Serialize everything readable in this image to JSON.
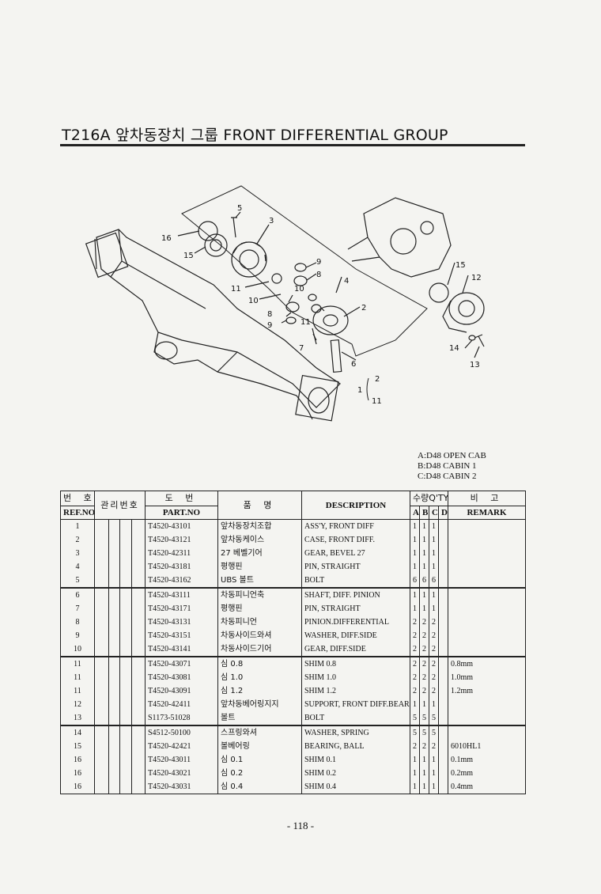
{
  "title": "T216A 앞차동장치 그룹 FRONT DIFFERENTIAL GROUP",
  "legend": [
    "A:D48 OPEN CAB",
    "B:D48 CABIN 1",
    "C:D48 CABIN 2"
  ],
  "diagram_labels": {
    "l5": "5",
    "l3": "3",
    "l16": "16",
    "l15a": "15",
    "l9a": "9",
    "l8a": "8",
    "l11a": "11",
    "l10a": "10",
    "l10b": "10",
    "l4": "4",
    "l8b": "8",
    "l9b": "9",
    "l11b": "11",
    "l2": "2",
    "l7": "7",
    "l6": "6",
    "l15b": "15",
    "l12": "12",
    "l14": "14",
    "l13": "13",
    "l1": "1",
    "lg2": "2",
    "lg11": "11"
  },
  "table": {
    "headers": {
      "ref_ko": "번 호",
      "ref_en": "REF.NO",
      "mgmt_ko": "관리번호",
      "part_ko": "도 번",
      "part_en": "PART.NO",
      "name_ko": "품 명",
      "desc_en": "DESCRIPTION",
      "qty_ko": "수량Q'TY",
      "qa": "A",
      "qb": "B",
      "qc": "C",
      "qd": "D",
      "remark_ko": "비 고",
      "remark_en": "REMARK"
    },
    "rows": [
      {
        "ref": "1",
        "part": "T4520-43101",
        "name": "앞차동장치조합",
        "desc": "ASS'Y, FRONT DIFF",
        "a": "1",
        "b": "1",
        "c": "1",
        "d": "",
        "remark": ""
      },
      {
        "ref": "2",
        "part": "T4520-43121",
        "name": "앞차동케이스",
        "desc": "CASE, FRONT DIFF.",
        "a": "1",
        "b": "1",
        "c": "1",
        "d": "",
        "remark": ""
      },
      {
        "ref": "3",
        "part": "T4520-42311",
        "name": "27 베벨기어",
        "desc": "GEAR, BEVEL 27",
        "a": "1",
        "b": "1",
        "c": "1",
        "d": "",
        "remark": ""
      },
      {
        "ref": "4",
        "part": "T4520-43181",
        "name": "평행핀",
        "desc": "PIN, STRAIGHT",
        "a": "1",
        "b": "1",
        "c": "1",
        "d": "",
        "remark": ""
      },
      {
        "ref": "5",
        "part": "T4520-43162",
        "name": "UBS 볼트",
        "desc": "BOLT",
        "a": "6",
        "b": "6",
        "c": "6",
        "d": "",
        "remark": ""
      },
      {
        "ref": "6",
        "part": "T4520-43111",
        "name": "차동피니언축",
        "desc": "SHAFT, DIFF. PINION",
        "a": "1",
        "b": "1",
        "c": "1",
        "d": "",
        "remark": ""
      },
      {
        "ref": "7",
        "part": "T4520-43171",
        "name": "평행핀",
        "desc": "PIN, STRAIGHT",
        "a": "1",
        "b": "1",
        "c": "1",
        "d": "",
        "remark": ""
      },
      {
        "ref": "8",
        "part": "T4520-43131",
        "name": "차동피니언",
        "desc": "PINION.DIFFERENTIAL",
        "a": "2",
        "b": "2",
        "c": "2",
        "d": "",
        "remark": ""
      },
      {
        "ref": "9",
        "part": "T4520-43151",
        "name": "차동사이드와셔",
        "desc": "WASHER, DIFF.SIDE",
        "a": "2",
        "b": "2",
        "c": "2",
        "d": "",
        "remark": ""
      },
      {
        "ref": "10",
        "part": "T4520-43141",
        "name": "차동사이드기어",
        "desc": "GEAR, DIFF.SIDE",
        "a": "2",
        "b": "2",
        "c": "2",
        "d": "",
        "remark": ""
      },
      {
        "ref": "11",
        "part": "T4520-43071",
        "name": "심 0.8",
        "desc": "SHIM 0.8",
        "a": "2",
        "b": "2",
        "c": "2",
        "d": "",
        "remark": "0.8mm"
      },
      {
        "ref": "11",
        "part": "T4520-43081",
        "name": "심 1.0",
        "desc": "SHIM 1.0",
        "a": "2",
        "b": "2",
        "c": "2",
        "d": "",
        "remark": "1.0mm"
      },
      {
        "ref": "11",
        "part": "T4520-43091",
        "name": "심 1.2",
        "desc": "SHIM 1.2",
        "a": "2",
        "b": "2",
        "c": "2",
        "d": "",
        "remark": "1.2mm"
      },
      {
        "ref": "12",
        "part": "T4520-42411",
        "name": "앞차동베어링지지",
        "desc": "SUPPORT, FRONT DIFF.BEARING",
        "a": "1",
        "b": "1",
        "c": "1",
        "d": "",
        "remark": ""
      },
      {
        "ref": "13",
        "part": "S1173-51028",
        "name": "볼트",
        "desc": "BOLT",
        "a": "5",
        "b": "5",
        "c": "5",
        "d": "",
        "remark": ""
      },
      {
        "ref": "14",
        "part": "S4512-50100",
        "name": "스프링와셔",
        "desc": "WASHER, SPRING",
        "a": "5",
        "b": "5",
        "c": "5",
        "d": "",
        "remark": ""
      },
      {
        "ref": "15",
        "part": "T4520-42421",
        "name": "볼베어링",
        "desc": "BEARING, BALL",
        "a": "2",
        "b": "2",
        "c": "2",
        "d": "",
        "remark": "6010HL1"
      },
      {
        "ref": "16",
        "part": "T4520-43011",
        "name": "심 0.1",
        "desc": "SHIM 0.1",
        "a": "1",
        "b": "1",
        "c": "1",
        "d": "",
        "remark": "0.1mm"
      },
      {
        "ref": "16",
        "part": "T4520-43021",
        "name": "심 0.2",
        "desc": "SHIM 0.2",
        "a": "1",
        "b": "1",
        "c": "1",
        "d": "",
        "remark": "0.2mm"
      },
      {
        "ref": "16",
        "part": "T4520-43031",
        "name": "심 0.4",
        "desc": "SHIM 0.4",
        "a": "1",
        "b": "1",
        "c": "1",
        "d": "",
        "remark": "0.4mm"
      }
    ]
  },
  "page_number": "- 118 -"
}
